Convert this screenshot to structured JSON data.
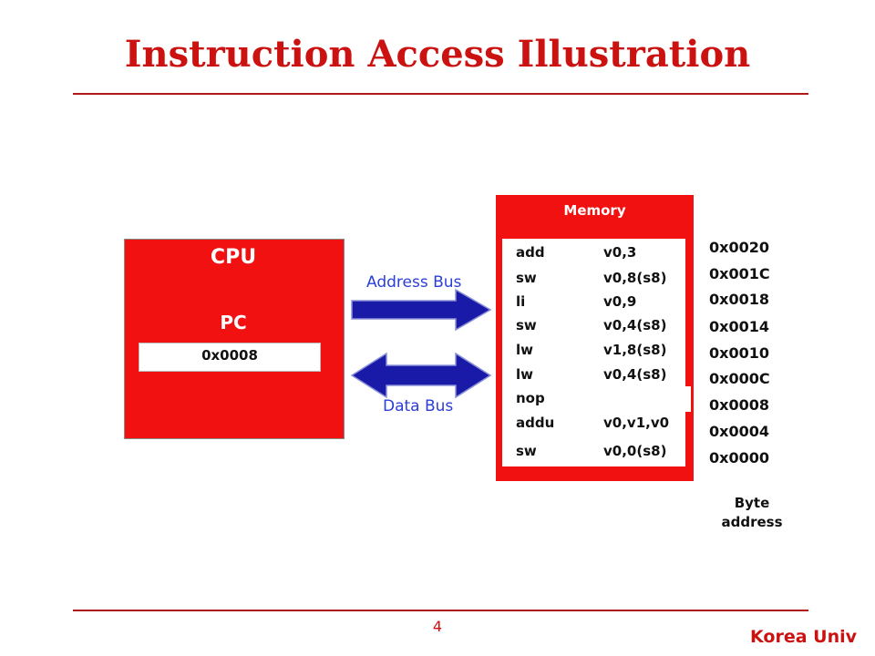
{
  "title": "Instruction Access Illustration",
  "cpu": {
    "label": "CPU",
    "pc_label": "PC",
    "pc_value": "0x0008"
  },
  "buses": {
    "address_label": "Address Bus",
    "data_label": "Data Bus",
    "color": "#1a1aa8"
  },
  "memory": {
    "label": "Memory",
    "instructions": [
      {
        "op": "add",
        "args": "v0,3"
      },
      {
        "op": "sw",
        "args": "v0,8(s8)"
      },
      {
        "op": "li",
        "args": "v0,9"
      },
      {
        "op": "sw",
        "args": "v0,4(s8)"
      },
      {
        "op": "lw",
        "args": "v1,8(s8)"
      },
      {
        "op": "lw",
        "args": "v0,4(s8)"
      },
      {
        "op": "nop",
        "args": ""
      },
      {
        "op": "addu",
        "args": "v0,v1,v0"
      },
      {
        "op": "sw",
        "args": "v0,0(s8)"
      }
    ]
  },
  "addresses": [
    "0x0020",
    "0x001C",
    "0x0018",
    "0x0014",
    "0x0010",
    "0x000C",
    "0x0008",
    "0x0004",
    "0x0000"
  ],
  "byte_address_label": "Byte address",
  "footer": {
    "page": "4",
    "brand": "Korea Univ"
  },
  "colors": {
    "accent": "#cc1111",
    "box_red": "#f21111",
    "bus_blue": "#2a3fd6"
  }
}
